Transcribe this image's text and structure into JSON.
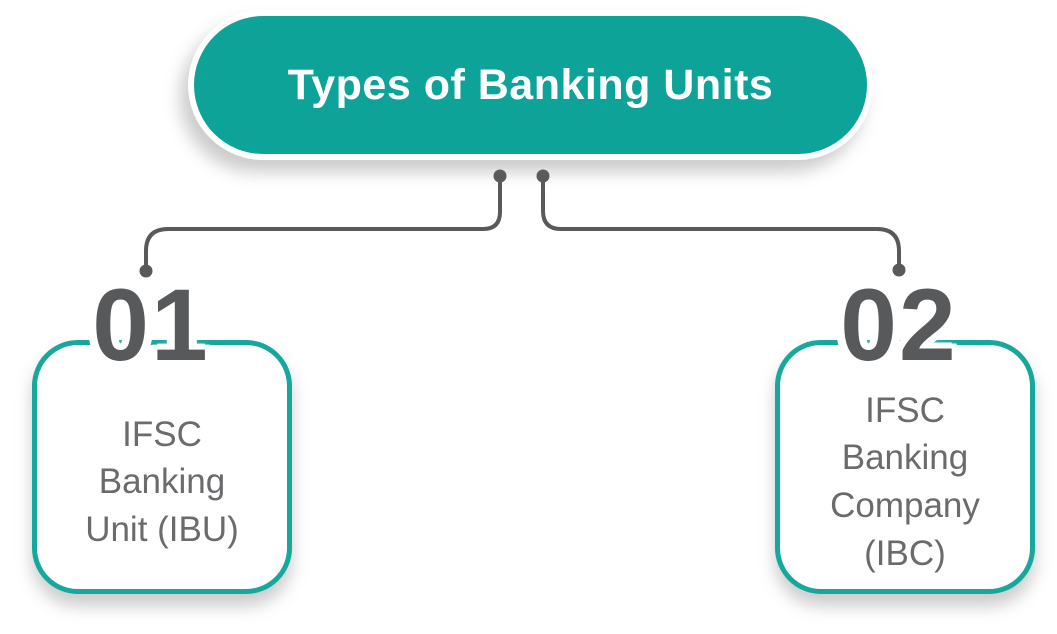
{
  "title": "Types of Banking Units",
  "colors": {
    "teal": "#0da398",
    "card_border": "#16a79d",
    "text_gray": "#6a6b6d",
    "number_gray": "#58595b",
    "connector": "#58595b"
  },
  "nodes": [
    {
      "number": "01",
      "label": "IFSC\nBanking\nUnit (IBU)"
    },
    {
      "number": "02",
      "label": "IFSC\nBanking\nCompany\n(IBC)"
    }
  ]
}
